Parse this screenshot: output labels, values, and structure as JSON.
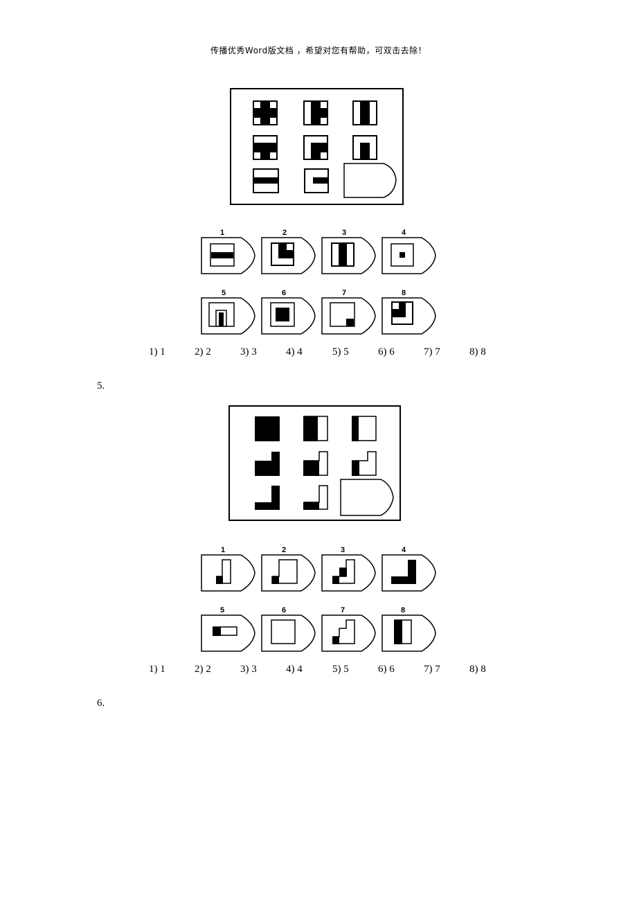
{
  "header": {
    "text": "传播优秀Word版文档 ，希望对您有帮助，可双击去除！"
  },
  "question4": {
    "option_labels": [
      "1",
      "2",
      "3",
      "4",
      "5",
      "6",
      "7",
      "8"
    ],
    "answers": [
      "1) 1",
      "2) 2",
      "3) 3",
      "4) 4",
      "5) 5",
      "6) 6",
      "7) 7",
      "8) 8"
    ]
  },
  "question5": {
    "number": "5.",
    "option_labels": [
      "1",
      "2",
      "3",
      "4",
      "5",
      "6",
      "7",
      "8"
    ],
    "answers": [
      "1) 1",
      "2) 2",
      "3) 3",
      "4) 4",
      "5) 5",
      "6) 6",
      "7) 7",
      "8) 8"
    ]
  },
  "question6": {
    "number": "6."
  }
}
